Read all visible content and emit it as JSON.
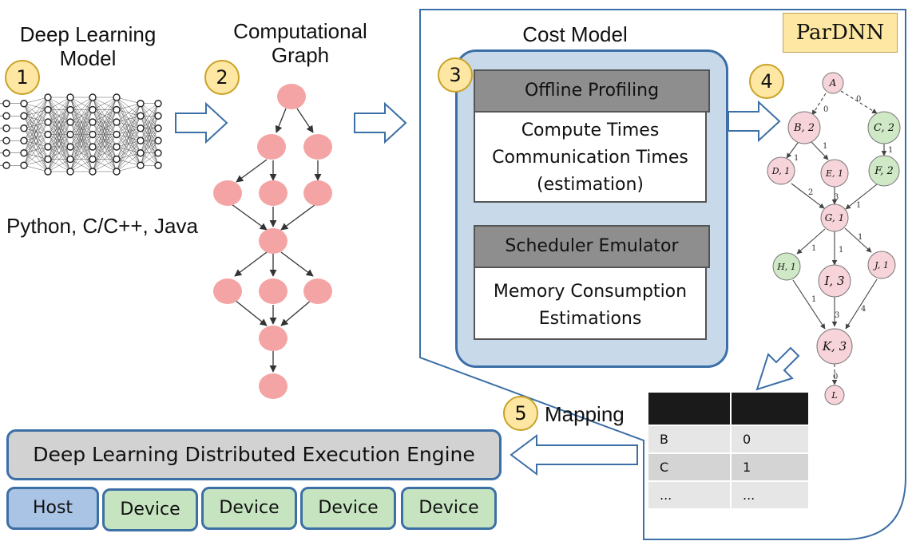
{
  "step1": {
    "number": "1",
    "title_line1": "Deep Learning",
    "title_line2": "Model",
    "languages": "Python, C/C++, Java"
  },
  "step2": {
    "number": "2",
    "title_line1": "Computational",
    "title_line2": "Graph"
  },
  "step3": {
    "number": "3",
    "title": "Cost Model",
    "profiling_header": "Offline Profiling",
    "profiling_line1": "Compute Times",
    "profiling_line2": "Communication Times",
    "profiling_line3": "(estimation)",
    "scheduler_header": "Scheduler Emulator",
    "scheduler_line1": "Memory Consumption",
    "scheduler_line2": "Estimations"
  },
  "step4": {
    "number": "4"
  },
  "step5": {
    "number": "5",
    "label": "Mapping"
  },
  "brand": "ParDNN",
  "engine": {
    "label": "Deep Learning Distributed Execution Engine"
  },
  "resources": {
    "host": "Host",
    "device1": "Device",
    "device2": "Device",
    "device3": "Device",
    "device4": "Device"
  },
  "mapping_table": {
    "rows": [
      [
        "B",
        "0"
      ],
      [
        "C",
        "1"
      ],
      [
        "...",
        "..."
      ]
    ]
  },
  "partitioned_graph": {
    "nodes": {
      "A": "A",
      "B": "B, 2",
      "C": "C, 2",
      "D": "D, 1",
      "E": "E, 1",
      "F": "F, 2",
      "G": "G, 1",
      "H": "H, 1",
      "I": "I, 3",
      "J": "J, 1",
      "K": "K, 3",
      "L": "L"
    },
    "edges": {
      "AB": "0",
      "AC": "0",
      "BD": "1",
      "BE": "1",
      "CF": "1",
      "DG": "2",
      "EG": "3",
      "FG": "1",
      "GH": "1",
      "GI": "1",
      "GJ": "1",
      "HK": "1",
      "IK": "3",
      "JK": "4",
      "KL": "0"
    }
  },
  "colors": {
    "accent_blue": "#3c6fa6",
    "badge_yellow": "#fde7a2",
    "node_pink": "#f4a4a4",
    "partition_pink": "#f7d3da",
    "partition_green": "#cfe8c6",
    "host_blue": "#a9c4e4",
    "device_green": "#c6e4c0"
  }
}
